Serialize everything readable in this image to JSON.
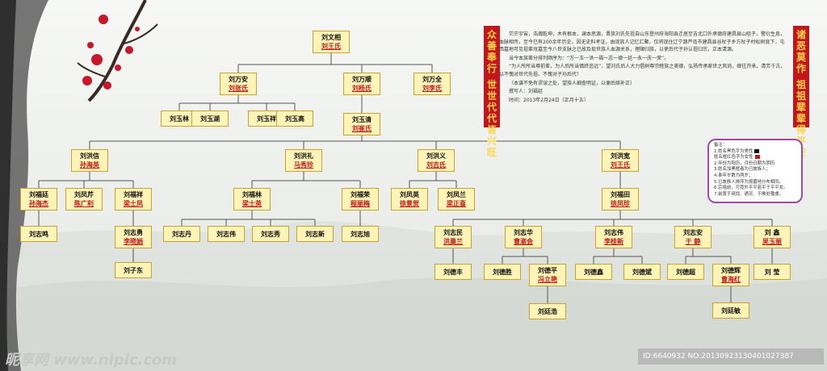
{
  "colors": {
    "band": "#c2161c",
    "band_text": "#ffd84a",
    "node_fill": "#fff4b8",
    "node_border": "#c9a230",
    "male": "#111111",
    "female": "#c0181a",
    "line": "#555555",
    "legend_border": "#a04aa8"
  },
  "banners": {
    "left": [
      "众善奉行",
      "世世代代皆兴旺"
    ],
    "right": [
      "诸恶莫作",
      "祖祖辈辈得平安"
    ]
  },
  "intro": [
    "茫茫宇宙，浩瀚乾坤，木有根本，澜本思源，晋族刘氏先祖自山东登州府海阳县迁居至吉北口外承德府建昌县山咀子，警衍生息，血脉相传，至今已有200余年历史。因无史料考证，由现族人记忆汇聚，仅将现住辽宁葫芦岛市建昌县谷杖子乡方杖子村松树底下，屯西墓地可见祖辈坟墓至今八世支脉之已故及现世族人血源关系，理順归族，以使后代子孙认祖归宗，正本清源。",
    "当今本族辈分排列顺序为：“万一玉一洪一福一志一德一廷一永一庆一荣”。",
    "“为人所所当尊前辈，为人后所当慎终追远”，望刘氏后人大力倡树尊宗睦族之美德，弘扬传承家世之风尚，继往开来，清芳千古，以不愧对世代先祖、不愧对子孙后代！",
    "（本谱不免有谬误之处，望族人细查明证，以便后续补正）",
    "撰写人：刘福廷",
    "时间：2013年2月24日（正月十五）"
  ],
  "legend": {
    "title": "备注：",
    "items": [
      "1.姓名黑色字为男性",
      "姓名框红色字为女性",
      "2.年份为阳历，月份日期为阴历",
      "3.姓名加黑框者为已故族人；",
      "4.奉年岁数为两岁；",
      "5.已故族人排序为按墓地分布相同。",
      "6.宗祖前，可竟外平平若平于平平女。",
      "7.前置于硕找、通灵、于唯处敬虔。"
    ]
  },
  "nodes": [
    {
      "id": "g1",
      "m": "刘文相",
      "f": "刘王氏"
    },
    {
      "id": "g2a",
      "m": "刘万安",
      "f": "刘张氏"
    },
    {
      "id": "g2b",
      "m": "刘万顺",
      "f": "刘杨氏"
    },
    {
      "id": "g2c",
      "m": "刘万全",
      "f": "刘李氏"
    },
    {
      "id": "g3a",
      "m": "刘玉林",
      "f": ""
    },
    {
      "id": "g3b",
      "m": "刘玉湖",
      "f": ""
    },
    {
      "id": "g3c",
      "m": "刘玉祥",
      "f": ""
    },
    {
      "id": "g3d",
      "m": "刘玉高",
      "f": ""
    },
    {
      "id": "g3e",
      "m": "刘玉清",
      "f": "刘崔氏"
    },
    {
      "id": "g4a",
      "m": "刘洪信",
      "f": "孙海英"
    },
    {
      "id": "g4b",
      "m": "刘洪礼",
      "f": "马秀珍"
    },
    {
      "id": "g4c",
      "m": "刘洪义",
      "f": "刘吉氏"
    },
    {
      "id": "g4d",
      "m": "刘洪宽",
      "f": "刘王氏"
    },
    {
      "id": "g5a",
      "m": "刘福廷",
      "f": "孙海杰"
    },
    {
      "id": "g5b",
      "m": "刘凤芹",
      "f": "陈广利"
    },
    {
      "id": "g5c",
      "m": "刘福祥",
      "f": "梁士凤"
    },
    {
      "id": "g5d",
      "m": "刘福林",
      "f": "梁士英"
    },
    {
      "id": "g5e",
      "m": "刘福荣",
      "f": "程丽梅"
    },
    {
      "id": "g5f",
      "m": "刘凤英",
      "f": "徐景贺"
    },
    {
      "id": "g5g",
      "m": "刘凤兰",
      "f": "梁正喜"
    },
    {
      "id": "g5h",
      "m": "刘福田",
      "f": "徐凤珍"
    },
    {
      "id": "g6a",
      "m": "刘志鸣",
      "f": ""
    },
    {
      "id": "g6b",
      "m": "刘志勇",
      "f": "李晓娟"
    },
    {
      "id": "g6c",
      "m": "刘志丹",
      "f": ""
    },
    {
      "id": "g6d",
      "m": "刘志伟",
      "f": ""
    },
    {
      "id": "g6e",
      "m": "刘志秀",
      "f": ""
    },
    {
      "id": "g6f",
      "m": "刘志新",
      "f": ""
    },
    {
      "id": "g6g",
      "m": "刘志旭",
      "f": ""
    },
    {
      "id": "g6h",
      "m": "刘志民",
      "f": "洪巢兰"
    },
    {
      "id": "g6i",
      "m": "刘志华",
      "f": "曹淑会"
    },
    {
      "id": "g6j",
      "m": "刘志伟",
      "f": "李桂新"
    },
    {
      "id": "g6k",
      "m": "刘志安",
      "f": "于 静"
    },
    {
      "id": "g6l",
      "m": "刘 鑫",
      "f": "吴玉丽"
    },
    {
      "id": "g7a",
      "m": "刘子东",
      "f": ""
    },
    {
      "id": "g7b",
      "m": "刘德丰",
      "f": ""
    },
    {
      "id": "g7c",
      "m": "刘德胜",
      "f": ""
    },
    {
      "id": "g7d",
      "m": "刘德平",
      "f": "冯立艳"
    },
    {
      "id": "g7e",
      "m": "刘德鑫",
      "f": ""
    },
    {
      "id": "g7f",
      "m": "刘德斌",
      "f": ""
    },
    {
      "id": "g7g",
      "m": "刘德超",
      "f": ""
    },
    {
      "id": "g7h",
      "m": "刘德辉",
      "f": "曹海红"
    },
    {
      "id": "g7i",
      "m": "刘 莹",
      "f": ""
    },
    {
      "id": "g8a",
      "m": "刘廷浩",
      "f": ""
    },
    {
      "id": "g8b",
      "m": "刘廷敏",
      "f": ""
    }
  ],
  "watermark": {
    "left": "昵享网 www.nipic.com",
    "right": "ID:6640932 NO:20130923130401027387"
  }
}
